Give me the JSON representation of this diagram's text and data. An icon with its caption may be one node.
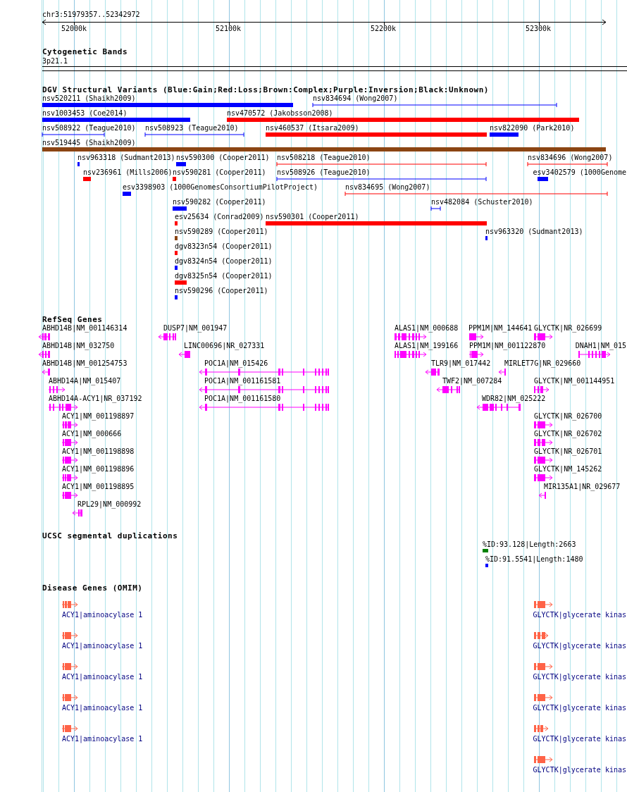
{
  "diagram": {
    "labels": [
      "chr3:51979357..52342972",
      "52000k",
      "52100k",
      "52200k",
      "52300k",
      "Cytogenetic Bands",
      "3p21.1",
      "DGV Structural Variants (Blue:Gain;Red:Loss;Brown:Complex;Purple:Inversion;Black:Unknown)",
      "nsv520211 (Shaikh2009)",
      "nsv834694 (Wong2007)",
      "nsv1003453 (Coe2014)",
      "nsv470572 (Jakobsson2008)",
      "nsv508922 (Teague2010)",
      "nsv508923 (Teague2010)",
      "nsv460537 (Itsara2009)",
      "nsv822090 (Park2010)",
      "nsv519445 (Shaikh2009)",
      "nsv963318 (Sudmant2013)",
      "nsv590300 (Cooper2011)",
      "nsv508218 (Teague2010)",
      "nsv834696 (Wong2007)",
      "nsv236961 (Mills2006)",
      "nsv590281 (Cooper2011)",
      "nsv508926 (Teague2010)",
      "esv3402579 (1000Genome",
      "esv3398903 (1000GenomesConsortiumPilotProject)",
      "nsv834695 (Wong2007)",
      "nsv590282 (Cooper2011)",
      "nsv482084 (Schuster2010)",
      "esv25634 (Conrad2009)",
      "nsv590301 (Cooper2011)",
      "nsv590289 (Cooper2011)",
      "nsv963320 (Sudmant2013)",
      "dgv8323n54 (Cooper2011)",
      "dgv8324n54 (Cooper2011)",
      "dgv8325n54 (Cooper2011)",
      "nsv590296 (Cooper2011)",
      "RefSeq Genes",
      "ABHD14B|NM_001146314",
      "DUSP7|NM_001947",
      "ALAS1|NM_000688",
      "PPM1M|NM_144641",
      "GLYCTK|NR_026699",
      "ABHD14B|NM_032750",
      "LINC00696|NR_027331",
      "ALAS1|NM_199166",
      "PPM1M|NM_001122870",
      "DNAH1|NM_015",
      "ABHD14B|NM_001254753",
      "POC1A|NM_015426",
      "TLR9|NM_017442",
      "MIRLET7G|NR_029660",
      "ABHD14A|NM_015407",
      "POC1A|NM_001161581",
      "TWF2|NM_007284",
      "GLYCTK|NM_001144951",
      "ABHD14A-ACY1|NR_037192",
      "POC1A|NM_001161580",
      "WDR82|NM_025222",
      "ACY1|NM_001198897",
      "GLYCTK|NR_026700",
      "ACY1|NM_000666",
      "GLYCTK|NR_026702",
      "ACY1|NM_001198898",
      "GLYCTK|NR_026701",
      "ACY1|NM_001198896",
      "GLYCTK|NM_145262",
      "ACY1|NM_001198895",
      "MIR135A1|NR_029677",
      "RPL29|NM_000992",
      "UCSC segmental duplications",
      "%ID:93.128|Length:2663",
      "%ID:91.5541|Length:1480",
      "Disease Genes (OMIM)",
      "ACY1|aminoacylase 1",
      "GLYCTK|glycerate kinas",
      "ACY1|aminoacylase 1",
      "GLYCTK|glycerate kinas",
      "ACY1|aminoacylase 1",
      "GLYCTK|glycerate kinas",
      "ACY1|aminoacylase 1",
      "GLYCTK|glycerate kinas",
      "ACY1|aminoacylase 1",
      "GLYCTK|glycerate kinas",
      "GLYCTK|glycerate kinas"
    ]
  }
}
